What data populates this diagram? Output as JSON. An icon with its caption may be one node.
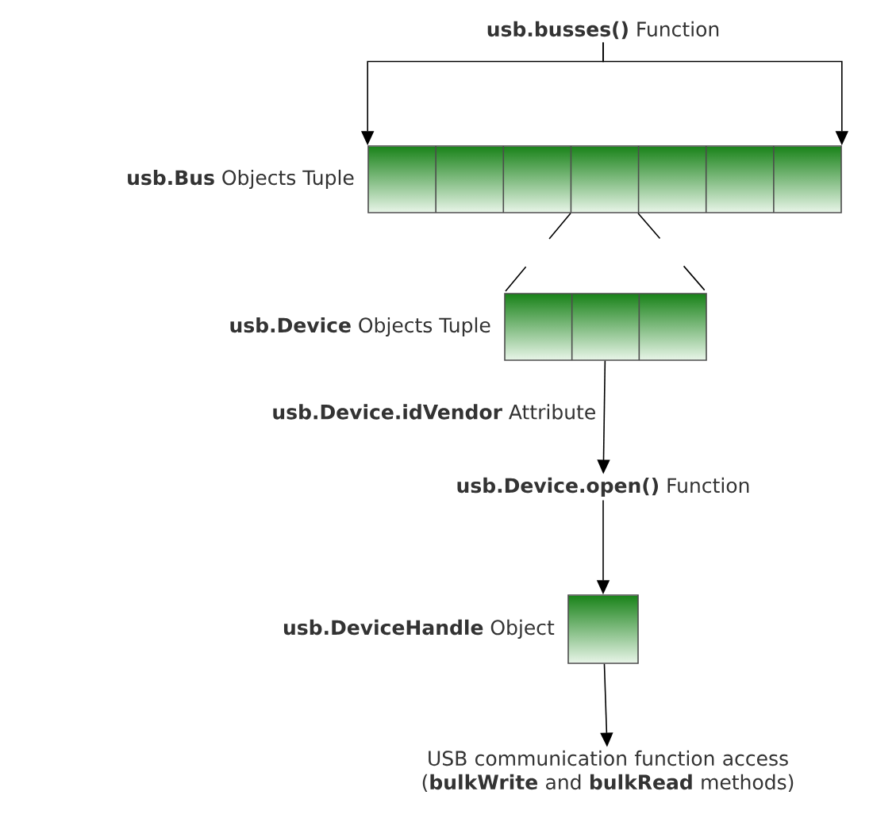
{
  "diagram": {
    "nodes": [
      {
        "text": [
          "**usb.busses()** Function"
        ]
      },
      {
        "text": [],
        "shape": "box",
        "beside": [
          "**usb.Bus** Objects Tuple"
        ]
      },
      {
        "text": [],
        "shape": "box",
        "beside": [
          "**usb.Device** Objects Tuple"
        ]
      },
      {
        "text": [
          "**usb.Device.open()** Function"
        ]
      },
      {
        "text": [],
        "shape": "box",
        "beside": [
          "**usb.DeviceHandle** Object"
        ]
      },
      {
        "text": [
          "USB communication function access (**bulkWrite** and **bulkRead** methods)"
        ]
      }
    ],
    "edges": [
      {
        "from": 0,
        "to": 1,
        "arrow": "to"
      },
      {
        "from": 0,
        "to": 1,
        "arrow": "to"
      },
      {
        "from": 1,
        "to": 2,
        "arrow": "none",
        "style": "dashed"
      },
      {
        "from": 1,
        "to": 2,
        "arrow": "none",
        "style": "dashed"
      },
      {
        "from": 2,
        "to": 3,
        "arrow": "to",
        "label": "**usb.Device.idVendor** Attribute"
      },
      {
        "from": 3,
        "to": 4,
        "arrow": "to"
      },
      {
        "from": 4,
        "to": 5,
        "arrow": "to"
      }
    ]
  }
}
